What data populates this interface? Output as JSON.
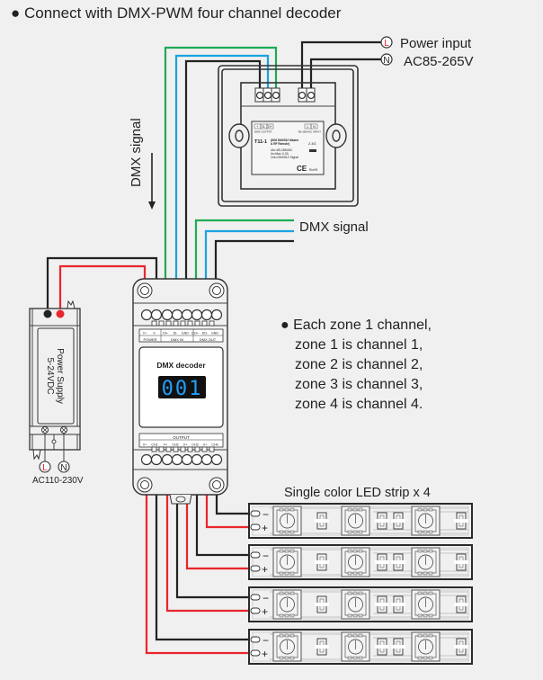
{
  "title": "● Connect with DMX-PWM four channel decoder",
  "remote": {
    "power_input_label": "Power input",
    "voltage_label": "AC85-265V",
    "l_symbol": "L",
    "n_symbol": "N",
    "terminal_labels": [
      "+",
      "D-",
      "D+"
    ],
    "output_caption": "DMX OUTPUT",
    "input_terminal_labels": [
      "L",
      "N"
    ],
    "input_caption": "85-265VAC INPUT",
    "model": "T11-1",
    "model_desc_1": "(DIM DMX512 Master",
    "model_desc_2": "& RF Remote)",
    "spec_1": "Uin=85-265VAC",
    "spec_2": "Iin=Max 0.2A",
    "spec_3": "Out=DMX512 Signal",
    "rf": "2.4G",
    "ce": "CE",
    "rohs": "RoHS"
  },
  "dmx_signal_vertical": "DMX signal",
  "dmx_signal_out": "DMX signal",
  "power_supply": {
    "line1": "Power Supply",
    "line2": "5-24VDC",
    "l_symbol": "L",
    "n_symbol": "N",
    "ac_label": "AC110-230V"
  },
  "decoder": {
    "top_labels": [
      "V+",
      "V-",
      "DI+",
      "DI-",
      "END",
      "DO+",
      "DO-",
      "GND"
    ],
    "group_power": "POWER",
    "group_dmx_in": "DMX IN",
    "group_dmx_out": "DMX OUT",
    "name": "DMX decoder",
    "display": "001",
    "display_color": "#1ea0ff",
    "output_title": "OUTPUT",
    "output_labels": [
      "V+",
      "CH1",
      "V+",
      "CH2",
      "V+",
      "CH3",
      "V+",
      "CH4"
    ]
  },
  "notes": [
    "● Each zone 1 channel,",
    "zone 1 is channel 1,",
    "zone 2 is channel 2,",
    "zone 3 is channel 3,",
    "zone 4 is channel 4."
  ],
  "strip_title": "Single color LED strip x 4",
  "strips": [
    {
      "minus": "−",
      "plus": "+"
    },
    {
      "minus": "−",
      "plus": "+"
    },
    {
      "minus": "−",
      "plus": "+"
    },
    {
      "minus": "−",
      "plus": "+"
    }
  ],
  "colors": {
    "wire_positive": "#e8262b",
    "wire_negative": "#222222",
    "dmx_plus": "#1faa55",
    "dmx_minus": "#1aa3e0"
  }
}
